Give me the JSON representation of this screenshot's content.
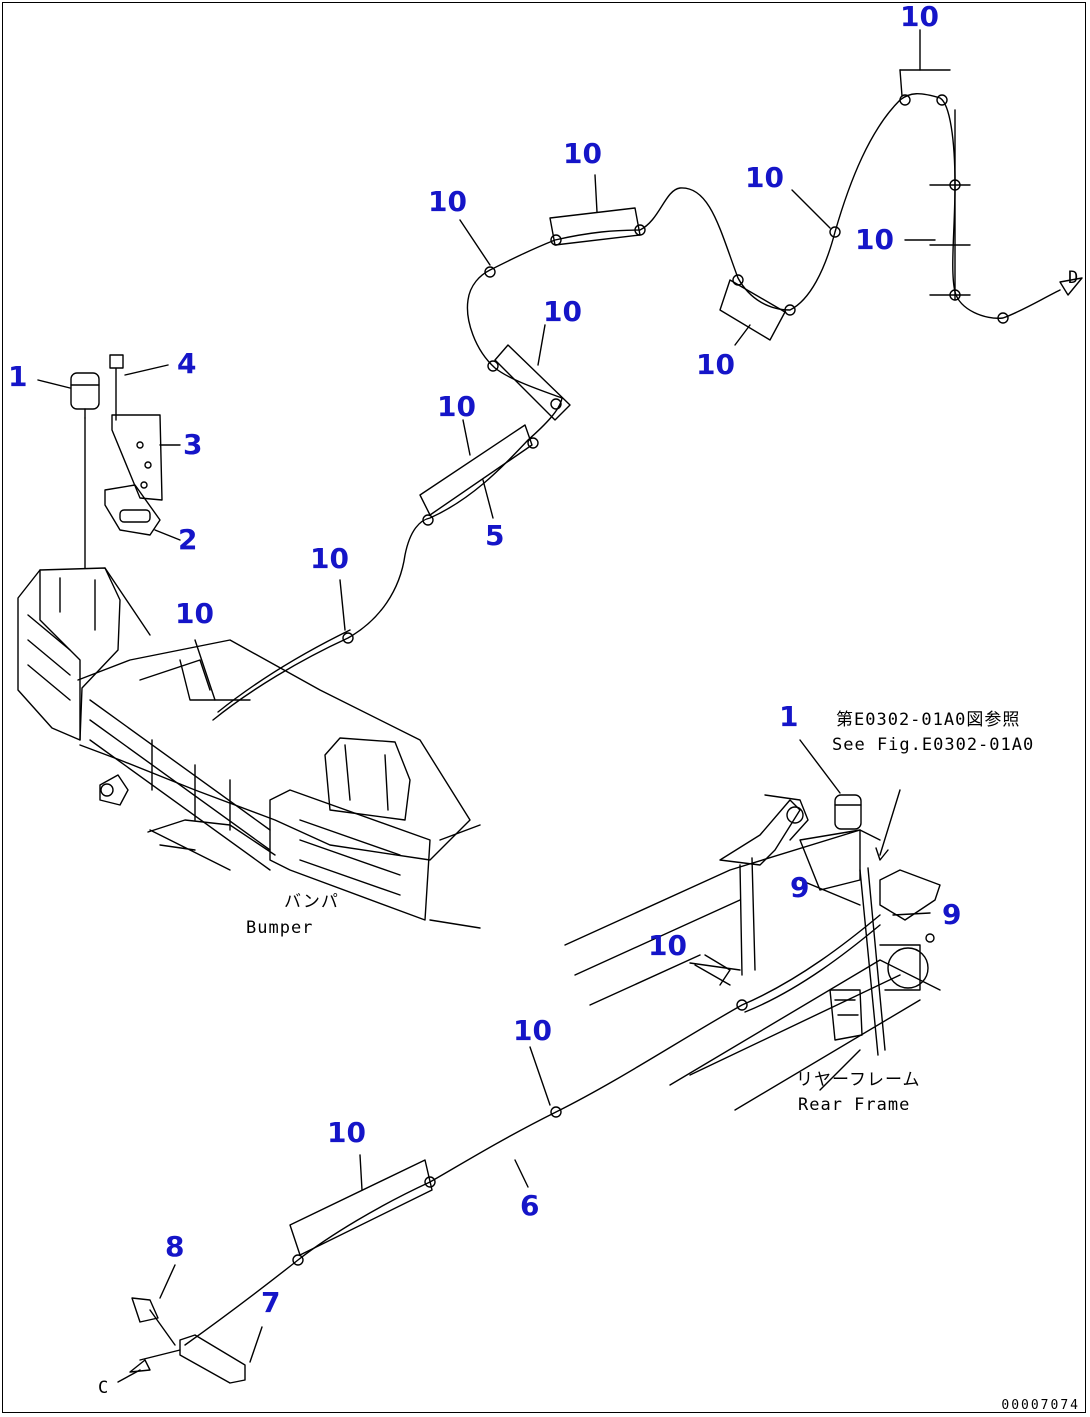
{
  "callouts": {
    "c1_top": "1",
    "c2": "2",
    "c3": "3",
    "c4": "4",
    "c5": "5",
    "c10_a": "10",
    "c10_b": "10",
    "c10_c": "10",
    "c10_d": "10",
    "c10_e": "10",
    "c10_f": "10",
    "c10_g": "10",
    "c10_h": "10",
    "c10_i": "10",
    "c10_j": "10",
    "c10_k": "10",
    "c10_l": "10",
    "c10_m": "10",
    "c1_rear": "1",
    "c9_a": "9",
    "c9_b": "9",
    "c6": "6",
    "c7": "7",
    "c8": "8"
  },
  "notes": {
    "bumper_jp": "バンパ",
    "bumper_en": "Bumper",
    "rear_frame_jp": "リヤーフレーム",
    "rear_frame_en": "Rear Frame",
    "ref_jp": "第E0302-01A0図参照",
    "ref_en": "See Fig.E0302-01A0",
    "connector_d": "D",
    "connector_c": "C",
    "figure_id": "00007074"
  },
  "colors": {
    "callout": "#1515c8",
    "line": "#000000"
  }
}
